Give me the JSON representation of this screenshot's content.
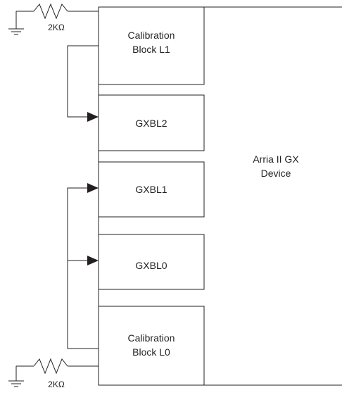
{
  "device": {
    "line1": "Arria II GX",
    "line2": "Device"
  },
  "blocks": {
    "cal_l1": {
      "line1": "Calibration",
      "line2": "Block L1"
    },
    "gxbl2": {
      "label": "GXBL2"
    },
    "gxbl1": {
      "label": "GXBL1"
    },
    "gxbl0": {
      "label": "GXBL0"
    },
    "cal_l0": {
      "line1": "Calibration",
      "line2": "Block L0"
    }
  },
  "resistors": {
    "top_value": "2KΩ",
    "bottom_value": "2KΩ"
  },
  "colors": {
    "line": "#231f20",
    "background": "#ffffff"
  },
  "icons": [
    "ground-icon",
    "resistor-icon",
    "arrow-icon"
  ]
}
